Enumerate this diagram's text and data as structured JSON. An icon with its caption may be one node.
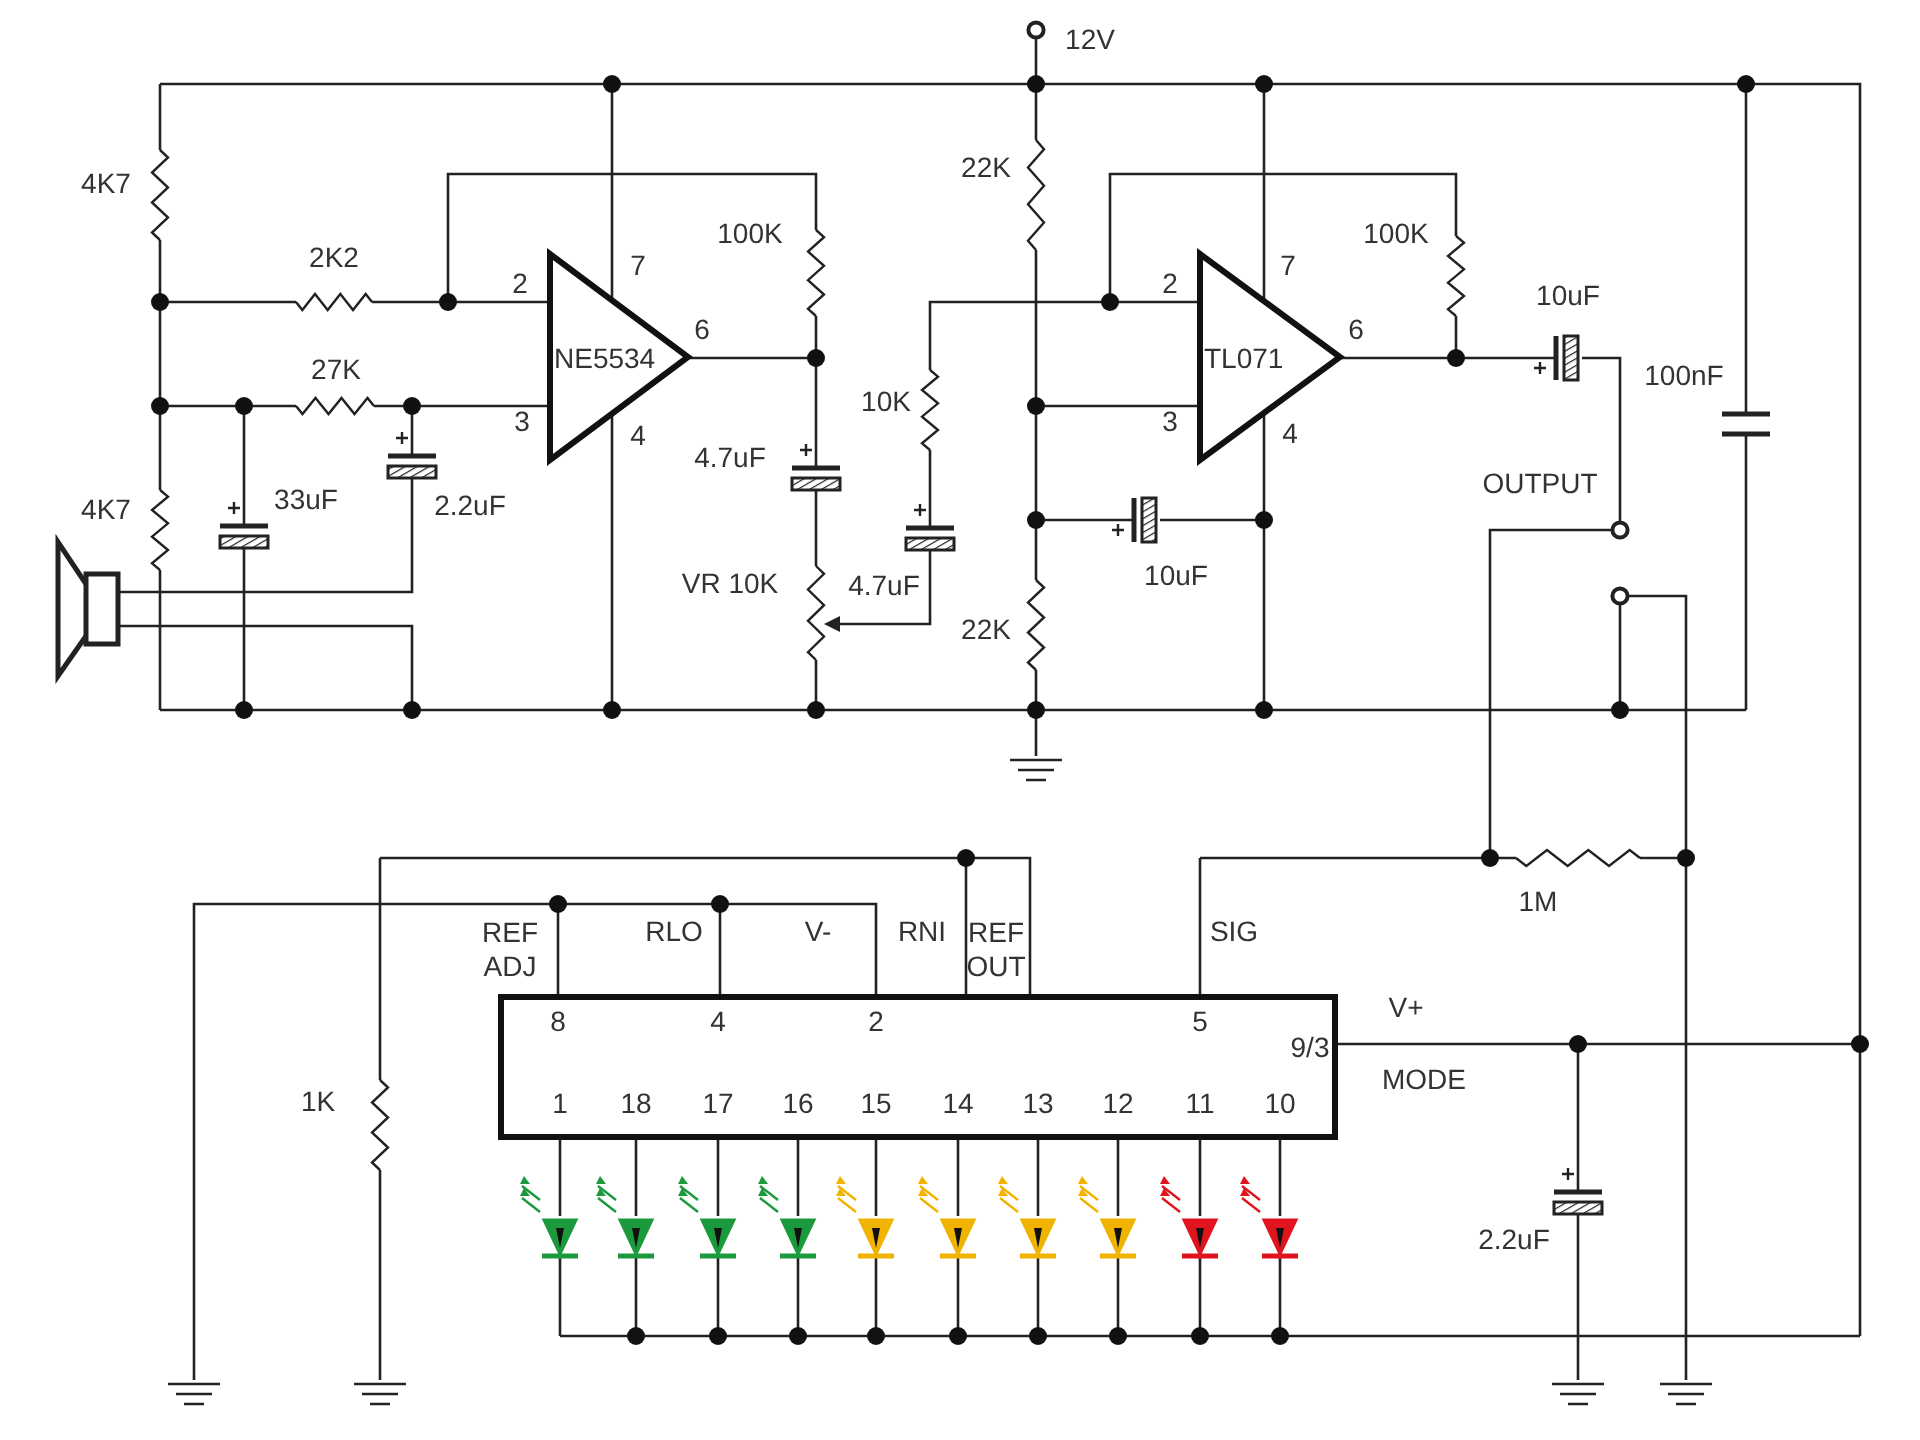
{
  "diagram": {
    "nodes": [
      {
        "text": [
          "NE5534"
        ]
      },
      {
        "text": [
          "TL071"
        ]
      },
      {
        "text": [],
        "shape": "box"
      }
    ],
    "labels": [
      "12V",
      "4K7",
      "22K",
      "100K",
      "100K",
      "2K2",
      "7",
      "2",
      "7",
      "2",
      "10uF",
      "6",
      "6",
      "27K",
      "100nF",
      "10K",
      "3",
      "4",
      "3",
      "4",
      "4.7uF",
      "OUTPUT",
      "4K7",
      "33uF",
      "2.2uF",
      "VR 10K",
      "4.7uF",
      "10uF",
      "22K",
      "1M",
      "REF ADJ",
      "RLO",
      "V-",
      "RNI",
      "REF OUT",
      "SIG",
      "V+",
      "8",
      "4",
      "2",
      "5",
      "9/3",
      "MODE",
      "1K",
      "1",
      "18",
      "17",
      "16",
      "15",
      "14",
      "13",
      "12",
      "11",
      "10",
      "2.2uF"
    ]
  }
}
